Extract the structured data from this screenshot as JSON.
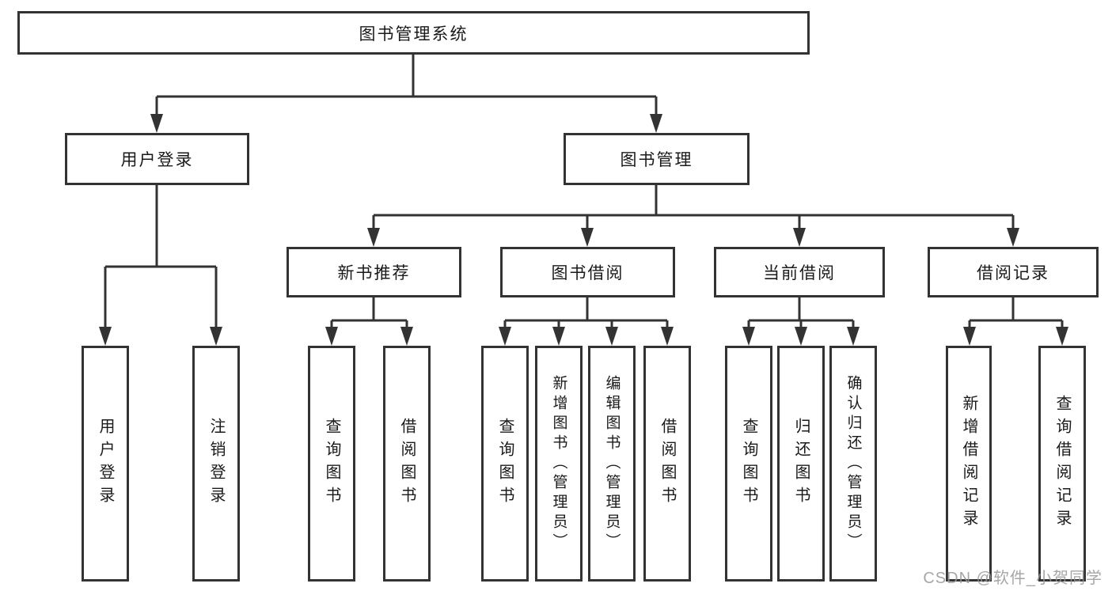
{
  "diagram": {
    "root": {
      "label": "图书管理系统"
    },
    "level2": [
      {
        "label": "用户登录"
      },
      {
        "label": "图书管理"
      }
    ],
    "level3": [
      {
        "label": "新书推荐"
      },
      {
        "label": "图书借阅"
      },
      {
        "label": "当前借阅"
      },
      {
        "label": "借阅记录"
      }
    ],
    "leaves": {
      "user_login": [
        {
          "label": "用户登录"
        },
        {
          "label": "注销登录"
        }
      ],
      "new_book": [
        {
          "label": "查询图书"
        },
        {
          "label": "借阅图书"
        }
      ],
      "book_borrow": [
        {
          "label": "查询图书"
        },
        {
          "label": "新增图书（管理员）"
        },
        {
          "label": "编辑图书（管理员）"
        },
        {
          "label": "借阅图书"
        }
      ],
      "current_borrow": [
        {
          "label": "查询图书"
        },
        {
          "label": "归还图书"
        },
        {
          "label": "确认归还（管理员）"
        }
      ],
      "borrow_records": [
        {
          "label": "新增借阅记录"
        },
        {
          "label": "查询借阅记录"
        }
      ]
    }
  },
  "watermark": {
    "text": "CSDN @软件_小贺同学"
  },
  "colors": {
    "line": "#333333",
    "text": "#1a1a1a",
    "box_fill": "#ffffff",
    "watermark": "#969696",
    "background": "#ffffff"
  }
}
